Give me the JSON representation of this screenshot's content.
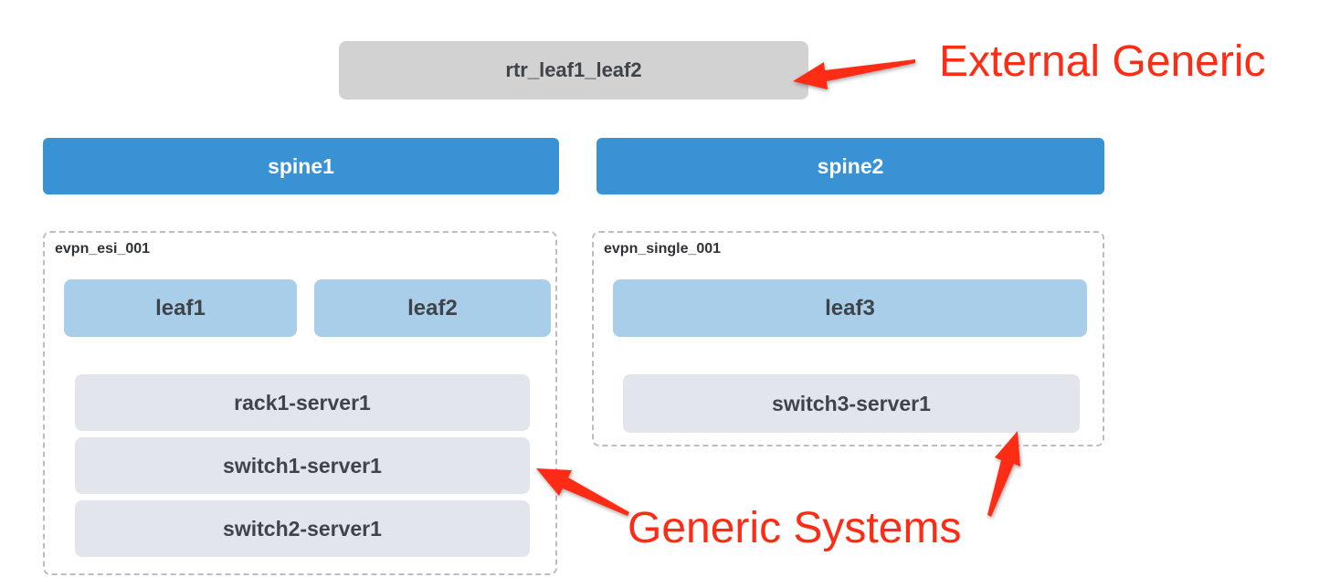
{
  "colors": {
    "spine_blue": "#3892d4",
    "leaf_blue": "#a9cee9",
    "server_gray": "#e2e5ec",
    "external_gray": "#d2d2d2",
    "annotation_red": "#ff2c15",
    "dashed_border": "#bdbdbd",
    "node_text_dark": "#3f4449",
    "node_text_light": "#ffffff"
  },
  "external": {
    "label": "rtr_leaf1_leaf2"
  },
  "spines": [
    {
      "label": "spine1"
    },
    {
      "label": "spine2"
    }
  ],
  "racks": [
    {
      "label": "evpn_esi_001",
      "leafs": [
        "leaf1",
        "leaf2"
      ],
      "servers": [
        "rack1-server1",
        "switch1-server1",
        "switch2-server1"
      ]
    },
    {
      "label": "evpn_single_001",
      "leafs": [
        "leaf3"
      ],
      "servers": [
        "switch3-server1"
      ]
    }
  ],
  "annotations": [
    {
      "text": "External Generic"
    },
    {
      "text": "Generic Systems"
    }
  ]
}
